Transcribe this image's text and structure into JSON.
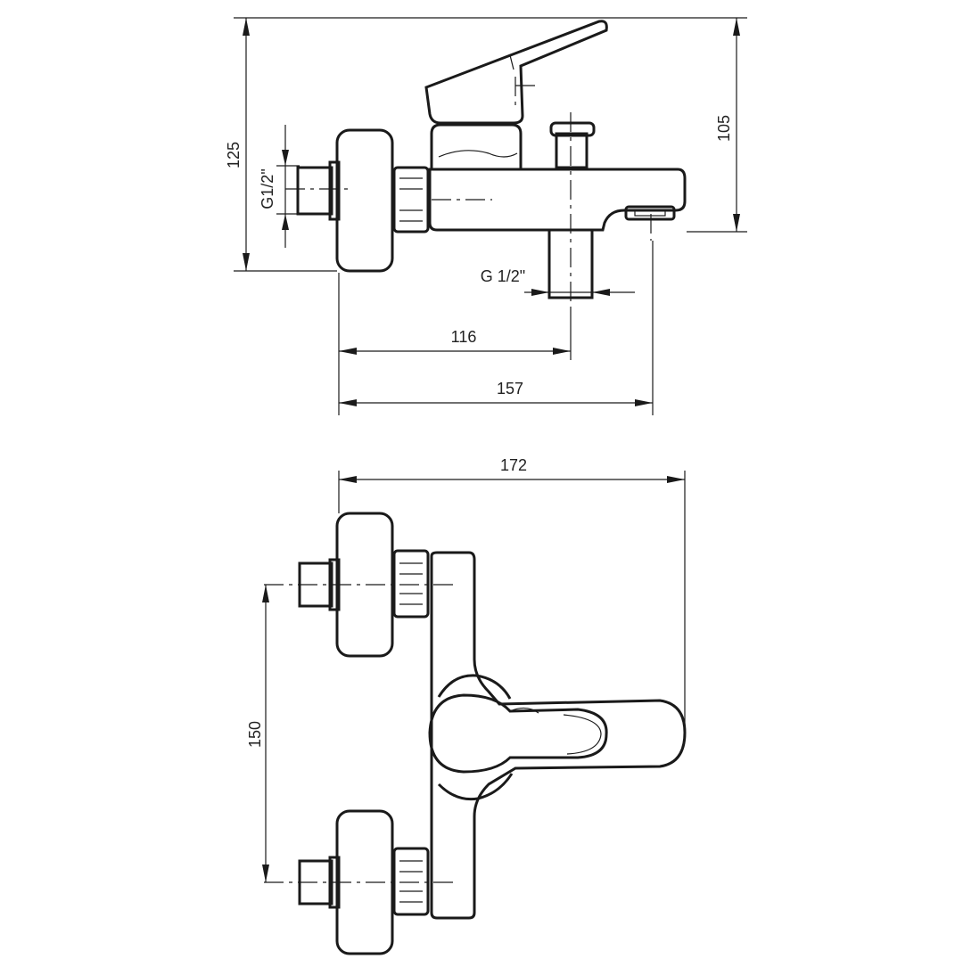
{
  "drawing": {
    "top_view": {
      "dimensions": {
        "overall_height": "125",
        "spout_height": "105",
        "inlet_thread": "G1/2\"",
        "outlet_thread": "G 1/2\"",
        "outlet_offset": "116",
        "spout_reach": "157"
      }
    },
    "front_view": {
      "dimensions": {
        "overall_width": "172",
        "inlet_spacing": "150"
      }
    }
  }
}
